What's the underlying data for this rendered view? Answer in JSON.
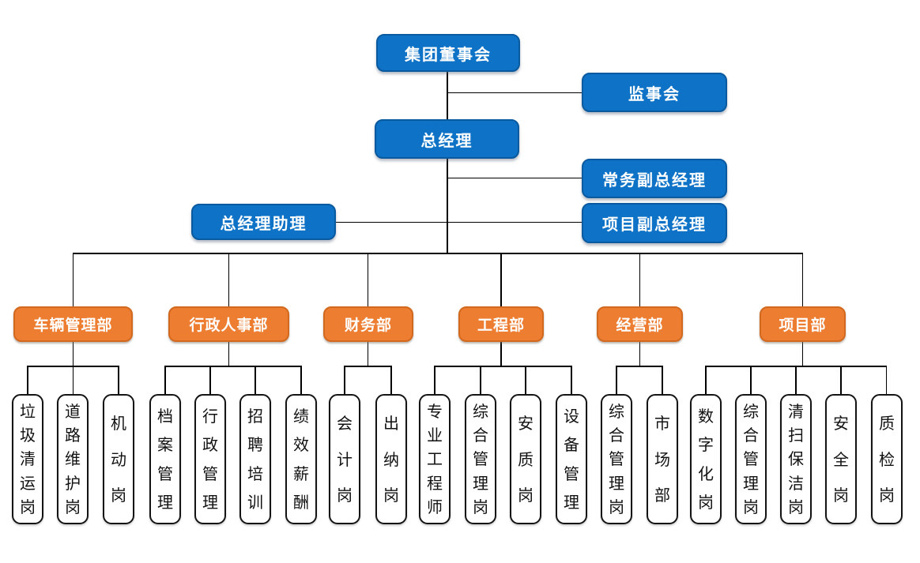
{
  "palette": {
    "executive_fill": "#0E72C6",
    "executive_border": "#0A5A9F",
    "department_fill": "#ED7D31",
    "department_border": "#D2691E",
    "position_fill": "#FFFFFF",
    "position_border": "#141414",
    "connector": "#000000",
    "text_on_color": "#FFFFFF"
  },
  "nodes": {
    "board": "集团董事会",
    "supervisory": "监事会",
    "gm": "总经理",
    "exec_deputy_gm": "常务副总经理",
    "project_deputy_gm": "项目副总经理",
    "gm_assistant": "总经理助理",
    "departments": [
      {
        "label": "车辆管理部",
        "positions": [
          "垃圾清运岗",
          "道路维护岗",
          "机动岗"
        ]
      },
      {
        "label": "行政人事部",
        "positions": [
          "档案管理",
          "行政管理",
          "招聘培训",
          "绩效薪酬"
        ]
      },
      {
        "label": "财务部",
        "positions": [
          "会计岗",
          "出纳岗"
        ]
      },
      {
        "label": "工程部",
        "positions": [
          "专业工程师",
          "综合管理岗",
          "安质岗",
          "设备管理"
        ]
      },
      {
        "label": "经营部",
        "positions": [
          "综合管理岗",
          "市场部"
        ]
      },
      {
        "label": "项目部",
        "positions": [
          "数字化岗",
          "综合管理岗",
          "清扫保洁岗",
          "安全岗",
          "质检岗"
        ]
      }
    ]
  }
}
